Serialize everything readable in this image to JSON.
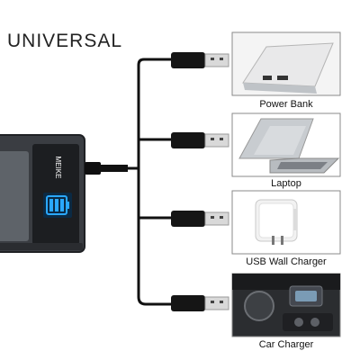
{
  "title": "UNIVERSAL",
  "charger": {
    "brand": "MEIKE"
  },
  "devices": [
    {
      "name": "power-bank",
      "label": "Power Bank"
    },
    {
      "name": "laptop",
      "label": "Laptop"
    },
    {
      "name": "usb-wall-charger",
      "label": "USB Wall Charger"
    },
    {
      "name": "car-charger",
      "label": "Car Charger"
    }
  ],
  "colors": {
    "cable": "#111111",
    "battery_display": "#2aa8ff",
    "charger_body": "#3a3d42"
  }
}
